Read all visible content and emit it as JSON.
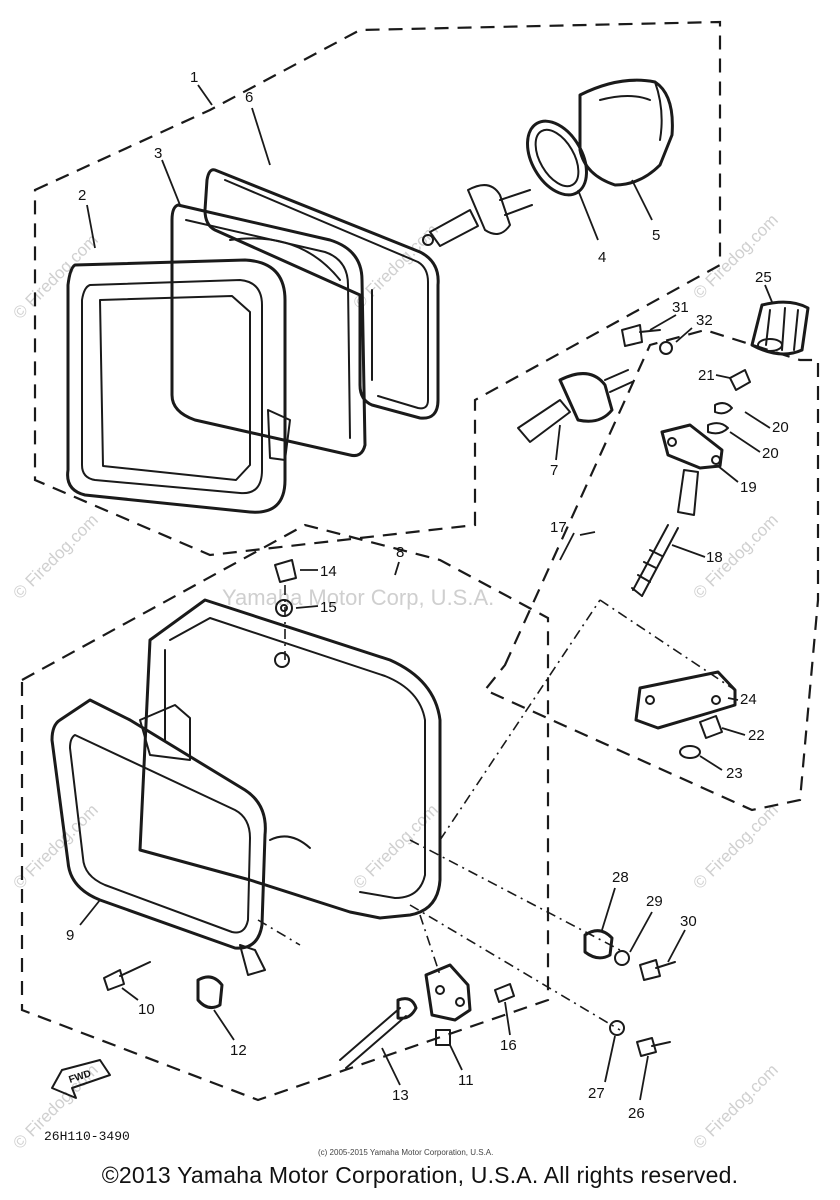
{
  "watermark": {
    "firedog": "© Firedog.com",
    "center": "Yamaha Motor Corp, U.S.A."
  },
  "callouts": {
    "c1": "1",
    "c2": "2",
    "c3": "3",
    "c4": "4",
    "c5": "5",
    "c6": "6",
    "c7": "7",
    "c8": "8",
    "c9": "9",
    "c10": "10",
    "c11": "11",
    "c12": "12",
    "c13": "13",
    "c14": "14",
    "c15": "15",
    "c16": "16",
    "c17": "17",
    "c18": "18",
    "c19": "19",
    "c20a": "20",
    "c20b": "20",
    "c21": "21",
    "c22": "22",
    "c23": "23",
    "c24": "24",
    "c25": "25",
    "c26": "26",
    "c27": "27",
    "c28": "28",
    "c29": "29",
    "c30": "30",
    "c31": "31",
    "c32": "32"
  },
  "fwd_label": "FWD",
  "diagram_code": "26H110-3490",
  "small_copyright": "(c) 2005-2015 Yamaha Motor Corporation, U.S.A.",
  "copyright": "©2013 Yamaha Motor Corporation, U.S.A. All rights reserved."
}
